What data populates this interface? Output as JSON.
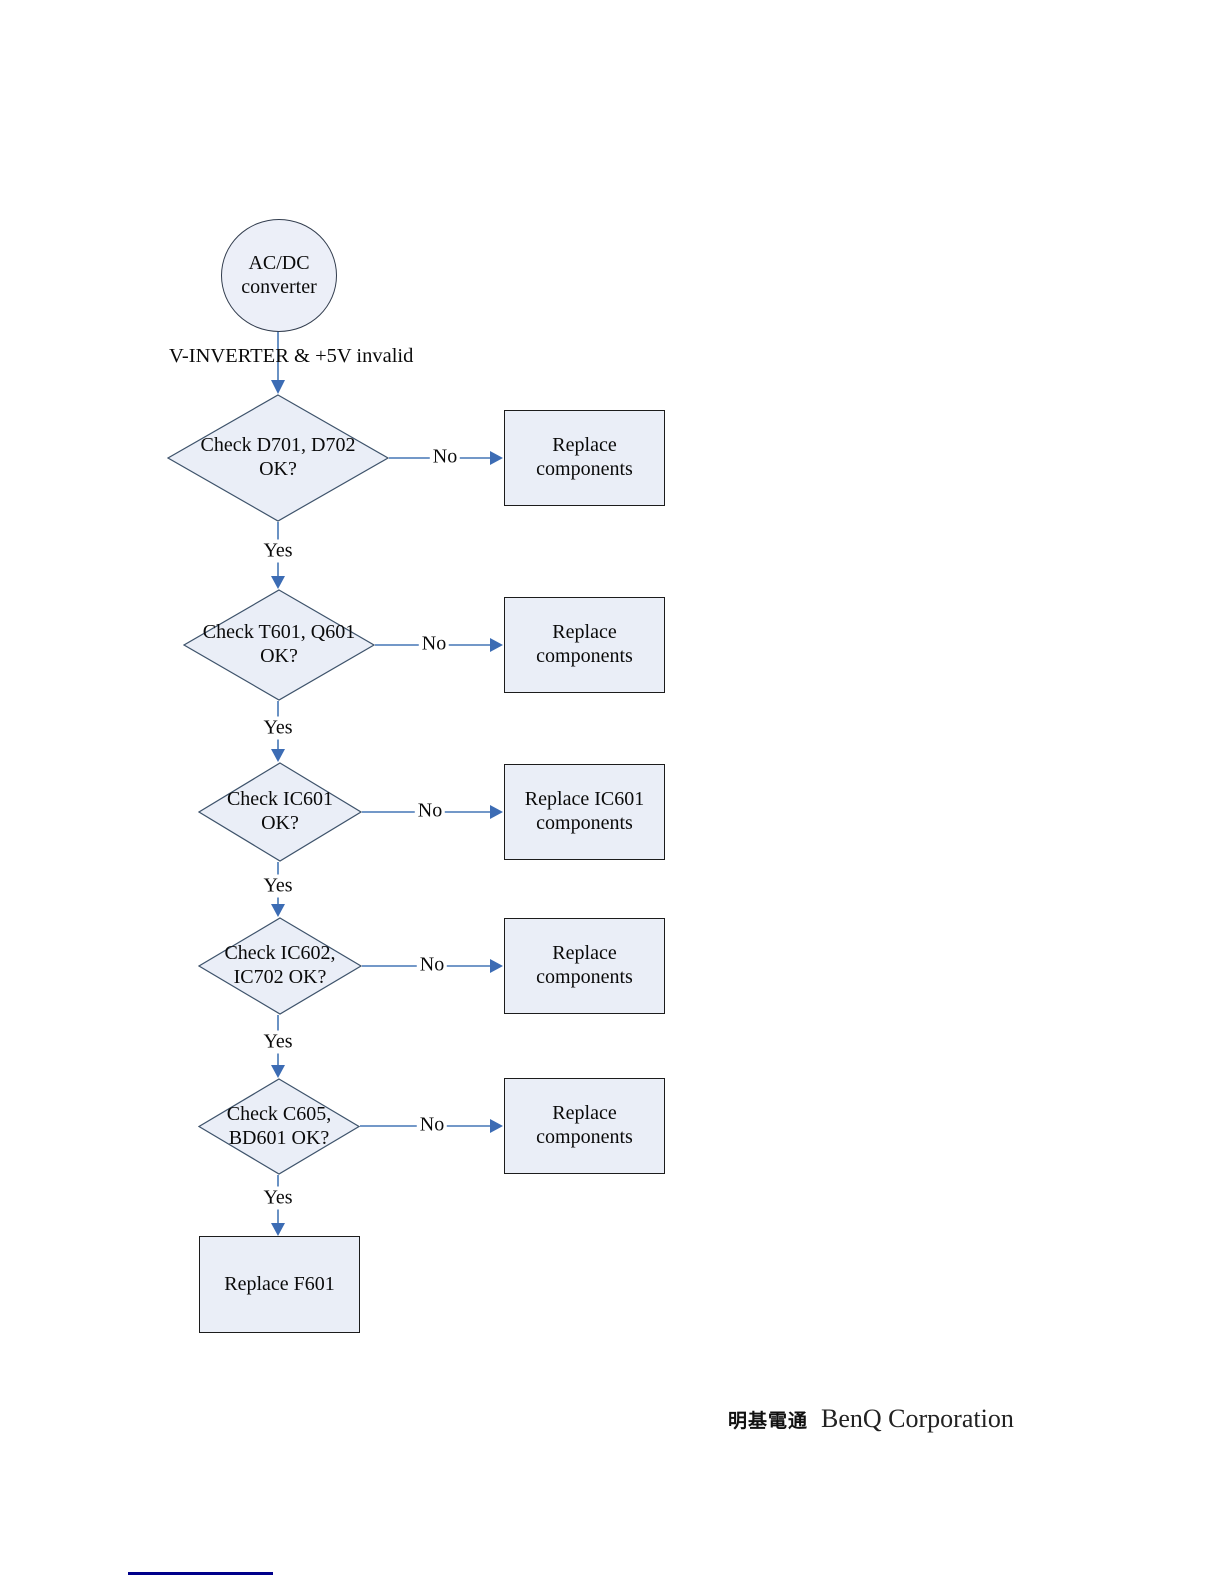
{
  "colors": {
    "node_fill": "#eaeef7",
    "diamond_border": "#3e536b",
    "rect_border": "#1c1c1c",
    "connector_blue": "#4576b5",
    "footer_underline_navy": "#00008b"
  },
  "flowchart": {
    "start": {
      "lines": [
        "AC/DC",
        "converter"
      ]
    },
    "entry_condition": "V-INVERTER & +5V invalid",
    "yes_label": "Yes",
    "no_label": "No",
    "decisions": [
      {
        "question": [
          "Check D701, D702",
          "OK?"
        ],
        "action": [
          "Replace components"
        ]
      },
      {
        "question": [
          "Check T601, Q601",
          "OK?"
        ],
        "action": [
          "Replace components"
        ]
      },
      {
        "question": [
          "Check IC601",
          "OK?"
        ],
        "action": [
          "Replace IC601",
          "components"
        ]
      },
      {
        "question": [
          "Check IC602,",
          "IC702 OK?"
        ],
        "action": [
          "Replace components"
        ]
      },
      {
        "question": [
          "Check C605,",
          "BD601 OK?"
        ],
        "action": [
          "Replace components"
        ]
      }
    ],
    "final_action": "Replace F601"
  },
  "footer": {
    "logo_cjk": "明基電通",
    "logo_name": "BenQ Corporation"
  }
}
